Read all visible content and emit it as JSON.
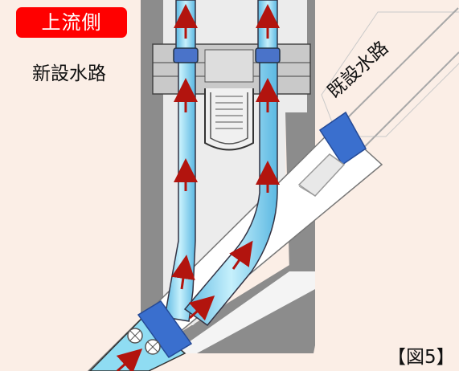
{
  "labels": {
    "upstream": "上流側",
    "new_channel": "新設水路",
    "existing_channel": "既設水路",
    "figure": "【図5】"
  },
  "colors": {
    "background": "#fbeee6",
    "tag": "#ff0000",
    "structure_gray": "#8c8c8c",
    "pipe_blue": "#7fd3ef",
    "flange_blue": "#2f63c4",
    "arrow": "#b2140e"
  }
}
